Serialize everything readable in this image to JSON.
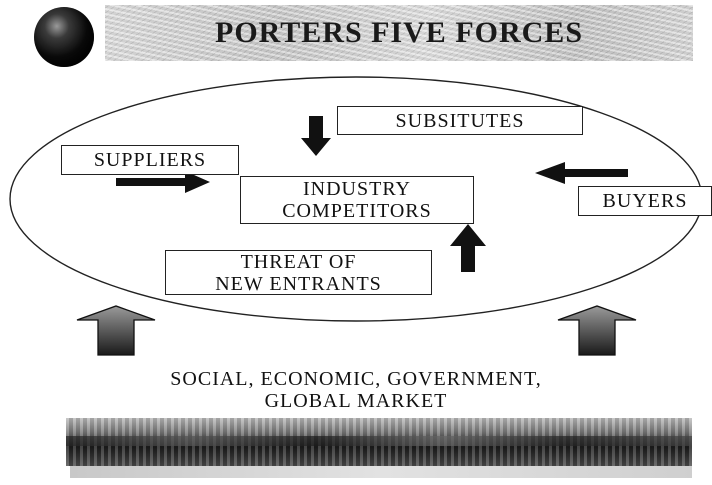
{
  "title": "PORTERS FIVE FORCES",
  "forces": {
    "substitutes": "SUBSITUTES",
    "suppliers": "SUPPLIERS",
    "industry_competitors": [
      "INDUSTRY",
      "COMPETITORS"
    ],
    "buyers": "BUYERS",
    "new_entrants": [
      "THREAT OF",
      "NEW ENTRANTS"
    ]
  },
  "environment": [
    "SOCIAL, ECONOMIC, GOVERNMENT,",
    "GLOBAL MARKET"
  ],
  "colors": {
    "arrow": "#111111",
    "box_border": "#222222",
    "background": "#ffffff"
  }
}
